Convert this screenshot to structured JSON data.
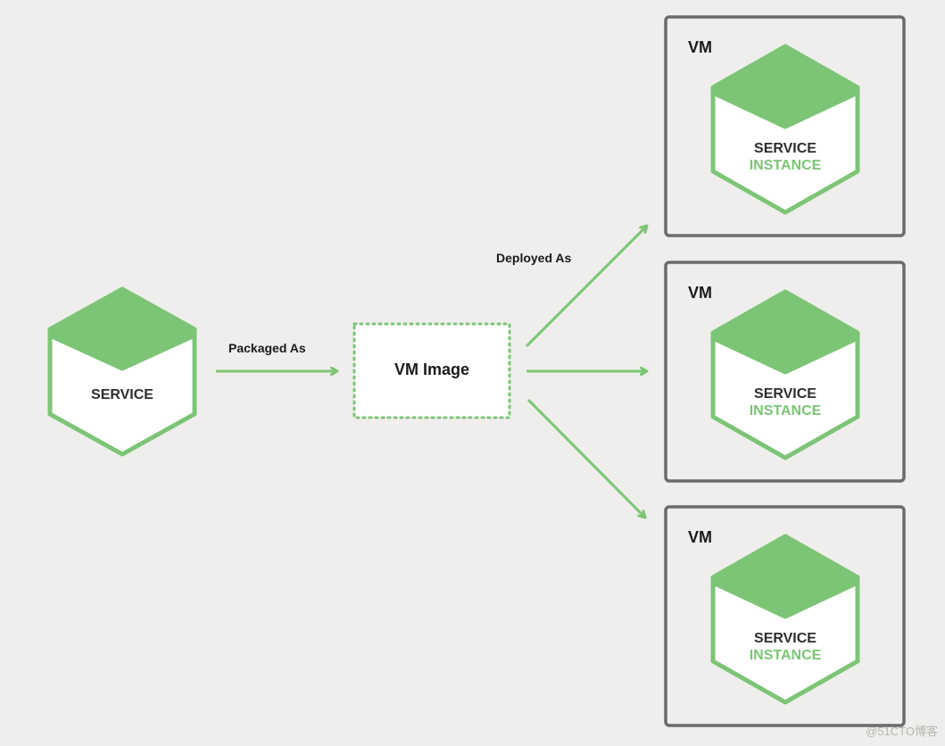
{
  "colors": {
    "background": "#efeeec",
    "green": "#7cc576",
    "vm_border": "#6b6b6b",
    "text": "#1a1a1a",
    "watermark": "#b7b6b3"
  },
  "service": {
    "label": "SERVICE"
  },
  "edges": {
    "packaged_label": "Packaged As",
    "deployed_label": "Deployed As"
  },
  "vm_image": {
    "label": "VM Image"
  },
  "vms": [
    {
      "title": "VM",
      "line1": "SERVICE",
      "line2": "INSTANCE"
    },
    {
      "title": "VM",
      "line1": "SERVICE",
      "line2": "INSTANCE"
    },
    {
      "title": "VM",
      "line1": "SERVICE",
      "line2": "INSTANCE"
    }
  ],
  "watermark": "@51CTO博客"
}
